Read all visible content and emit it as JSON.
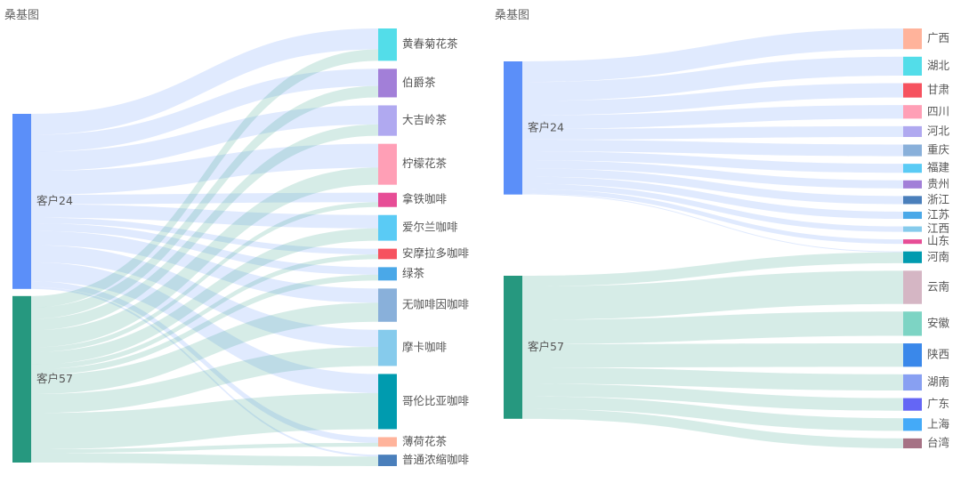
{
  "charts": [
    {
      "title": "桑基图",
      "sources": [
        {
          "name": "客户24",
          "color": "#5b8ff9"
        },
        {
          "name": "客户57",
          "color": "#26987f"
        }
      ],
      "targets": [
        {
          "name": "黄春菊花茶",
          "color": "#53dde9"
        },
        {
          "name": "伯爵茶",
          "color": "#a27fd8"
        },
        {
          "name": "大吉岭茶",
          "color": "#b0a9f0"
        },
        {
          "name": "柠檬花茶",
          "color": "#ff9fb6"
        },
        {
          "name": "拿铁咖啡",
          "color": "#e74d96"
        },
        {
          "name": "爱尔兰咖啡",
          "color": "#5acbf5"
        },
        {
          "name": "安摩拉多咖啡",
          "color": "#f6525f"
        },
        {
          "name": "绿茶",
          "color": "#4aa8e8"
        },
        {
          "name": "无咖啡因咖啡",
          "color": "#89b0da"
        },
        {
          "name": "摩卡咖啡",
          "color": "#86cbec"
        },
        {
          "name": "哥伦比亚咖啡",
          "color": "#009baf"
        },
        {
          "name": "薄荷花茶",
          "color": "#ffb39b"
        },
        {
          "name": "普通浓缩咖啡",
          "color": "#4a7fbb"
        }
      ],
      "links": [
        {
          "source": "客户24",
          "target": "黄春菊花茶",
          "value": 22
        },
        {
          "source": "客户24",
          "target": "伯爵茶",
          "value": 18
        },
        {
          "source": "客户24",
          "target": "大吉岭茶",
          "value": 20
        },
        {
          "source": "客户24",
          "target": "柠檬花茶",
          "value": 25
        },
        {
          "source": "客户24",
          "target": "拿铁咖啡",
          "value": 10
        },
        {
          "source": "客户24",
          "target": "爱尔兰咖啡",
          "value": 14
        },
        {
          "source": "客户24",
          "target": "安摩拉多咖啡",
          "value": 6
        },
        {
          "source": "客户24",
          "target": "绿茶",
          "value": 8
        },
        {
          "source": "客户24",
          "target": "无咖啡因咖啡",
          "value": 15
        },
        {
          "source": "客户24",
          "target": "摩卡咖啡",
          "value": 18
        },
        {
          "source": "客户24",
          "target": "哥伦比亚咖啡",
          "value": 20
        },
        {
          "source": "客户24",
          "target": "薄荷花茶",
          "value": 6
        },
        {
          "source": "客户24",
          "target": "普通浓缩咖啡",
          "value": 2
        },
        {
          "source": "客户57",
          "target": "黄春菊花茶",
          "value": 12
        },
        {
          "source": "客户57",
          "target": "伯爵茶",
          "value": 12
        },
        {
          "source": "客户57",
          "target": "大吉岭茶",
          "value": 12
        },
        {
          "source": "客户57",
          "target": "柠檬花茶",
          "value": 18
        },
        {
          "source": "客户57",
          "target": "拿铁咖啡",
          "value": 5
        },
        {
          "source": "客户57",
          "target": "爱尔兰咖啡",
          "value": 13
        },
        {
          "source": "客户57",
          "target": "安摩拉多咖啡",
          "value": 5
        },
        {
          "source": "客户57",
          "target": "绿茶",
          "value": 6
        },
        {
          "source": "客户57",
          "target": "无咖啡因咖啡",
          "value": 20
        },
        {
          "source": "客户57",
          "target": "摩卡咖啡",
          "value": 20
        },
        {
          "source": "客户57",
          "target": "哥伦比亚咖啡",
          "value": 38
        },
        {
          "source": "客户57",
          "target": "薄荷花茶",
          "value": 4
        },
        {
          "source": "客户57",
          "target": "普通浓缩咖啡",
          "value": 10
        }
      ]
    },
    {
      "title": "桑基图",
      "sources": [
        {
          "name": "客户24",
          "color": "#5b8ff9"
        },
        {
          "name": "客户57",
          "color": "#26987f"
        }
      ],
      "targets": [
        {
          "name": "广西",
          "color": "#ffb39b"
        },
        {
          "name": "湖北",
          "color": "#53dde9"
        },
        {
          "name": "甘肃",
          "color": "#f6525f"
        },
        {
          "name": "四川",
          "color": "#ff9fb6"
        },
        {
          "name": "河北",
          "color": "#b0a9f0"
        },
        {
          "name": "重庆",
          "color": "#89b0da"
        },
        {
          "name": "福建",
          "color": "#5acbf5"
        },
        {
          "name": "贵州",
          "color": "#a27fd8"
        },
        {
          "name": "浙江",
          "color": "#4a7fbb"
        },
        {
          "name": "江苏",
          "color": "#4aa8e8"
        },
        {
          "name": "江西",
          "color": "#86cbec"
        },
        {
          "name": "山东",
          "color": "#e74d96"
        },
        {
          "name": "河南",
          "color": "#009baf"
        },
        {
          "name": "云南",
          "color": "#d5b6c4"
        },
        {
          "name": "安徽",
          "color": "#7dd4c4"
        },
        {
          "name": "陕西",
          "color": "#3a88ea"
        },
        {
          "name": "湖南",
          "color": "#88a0f2"
        },
        {
          "name": "广东",
          "color": "#6466f5"
        },
        {
          "name": "上海",
          "color": "#44aaf8"
        },
        {
          "name": "台湾",
          "color": "#a67285"
        }
      ],
      "links": [
        {
          "source": "客户24",
          "target": "广西",
          "value": 23
        },
        {
          "source": "客户24",
          "target": "湖北",
          "value": 21
        },
        {
          "source": "客户24",
          "target": "甘肃",
          "value": 16
        },
        {
          "source": "客户24",
          "target": "四川",
          "value": 15
        },
        {
          "source": "客户24",
          "target": "河北",
          "value": 12
        },
        {
          "source": "客户24",
          "target": "重庆",
          "value": 13
        },
        {
          "source": "客户24",
          "target": "福建",
          "value": 10
        },
        {
          "source": "客户24",
          "target": "贵州",
          "value": 9
        },
        {
          "source": "客户24",
          "target": "浙江",
          "value": 9
        },
        {
          "source": "客户24",
          "target": "江苏",
          "value": 8
        },
        {
          "source": "客户24",
          "target": "江西",
          "value": 6
        },
        {
          "source": "客户24",
          "target": "山东",
          "value": 5
        },
        {
          "source": "客户24",
          "target": "河南",
          "value": 1
        },
        {
          "source": "客户57",
          "target": "河南",
          "value": 12
        },
        {
          "source": "客户57",
          "target": "云南",
          "value": 37
        },
        {
          "source": "客户57",
          "target": "安徽",
          "value": 27
        },
        {
          "source": "客户57",
          "target": "陕西",
          "value": 26
        },
        {
          "source": "客户57",
          "target": "湖南",
          "value": 18
        },
        {
          "source": "客户57",
          "target": "广东",
          "value": 14
        },
        {
          "source": "客户57",
          "target": "上海",
          "value": 14
        },
        {
          "source": "客户57",
          "target": "台湾",
          "value": 11
        }
      ]
    }
  ]
}
